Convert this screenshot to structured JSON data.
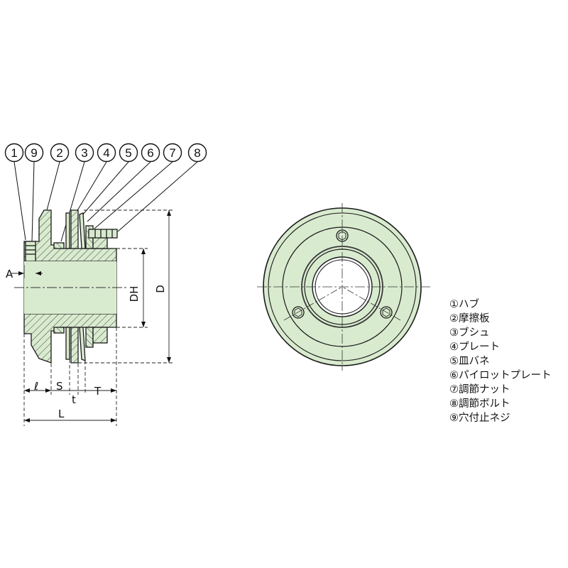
{
  "callouts": [
    "1",
    "9",
    "2",
    "3",
    "4",
    "5",
    "6",
    "7",
    "8"
  ],
  "dimensions": {
    "A": "A",
    "DH": "DH",
    "D": "D",
    "ell": "ℓ",
    "S": "S",
    "t": "t",
    "T": "T",
    "L": "L"
  },
  "legend": [
    "①ハブ",
    "②摩擦板",
    "③ブシュ",
    "④プレート",
    "⑤皿バネ",
    "⑥パイロットプレート",
    "⑦調節ナット",
    "⑧調節ボルト",
    "⑨穴付止ネジ"
  ],
  "colors": {
    "part_fill": "#d9ebcf",
    "outline": "#1a1a1a",
    "hatch": "#2a2a2a"
  }
}
